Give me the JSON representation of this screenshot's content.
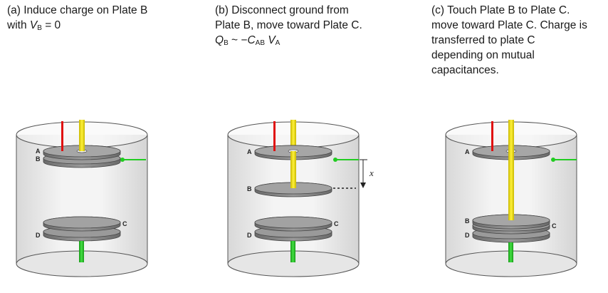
{
  "captions": {
    "a": {
      "line1": "(a) Induce charge on Plate B",
      "line2_pre": "with ",
      "line2_var": "V",
      "line2_sub": "B",
      "line2_post": " = 0"
    },
    "b": {
      "line1": "(b) Disconnect ground from",
      "line2": "Plate B, move toward Plate C.",
      "line3_q": "Q",
      "line3_qsub": "B",
      "line3_mid": " ~ −",
      "line3_c": "C",
      "line3_csub": "AB",
      "line3_sp": " ",
      "line3_v": "V",
      "line3_vsub": "A"
    },
    "c": {
      "line1": "(c) Touch Plate B to Plate C.",
      "line2": "move toward Plate C.  Charge is",
      "line3": "transferred to plate C",
      "line4": "depending on mutual",
      "line5": "capacitances."
    }
  },
  "plate_labels": {
    "a": {
      "A": "A",
      "B": "B",
      "C": "C",
      "D": "D"
    },
    "b": {
      "A": "A",
      "B": "B",
      "C": "C",
      "D": "D",
      "x": "x"
    },
    "c": {
      "A": "A",
      "B": "B",
      "C": "C",
      "D": "D"
    }
  },
  "colors": {
    "rod_yellow": "#f2e600",
    "rod_red": "#e01010",
    "wire_green": "#22cc22",
    "plate_fill": "#8a8a8a",
    "plate_top": "#a8a8a8",
    "cylinder_fill": "#ececec",
    "cylinder_edge": "#555555"
  }
}
